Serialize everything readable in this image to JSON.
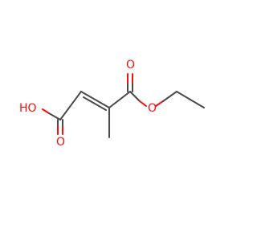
{
  "molecule": {
    "atoms": {
      "hydroxyl": "HO",
      "carbonyl_oxygen_acid": "O",
      "carbonyl_oxygen_ester": "O",
      "ester_oxygen": "O"
    }
  },
  "colors": {
    "bond": "#4a4a4a",
    "oxygen": "#ff0d0d",
    "background": "#ffffff"
  }
}
